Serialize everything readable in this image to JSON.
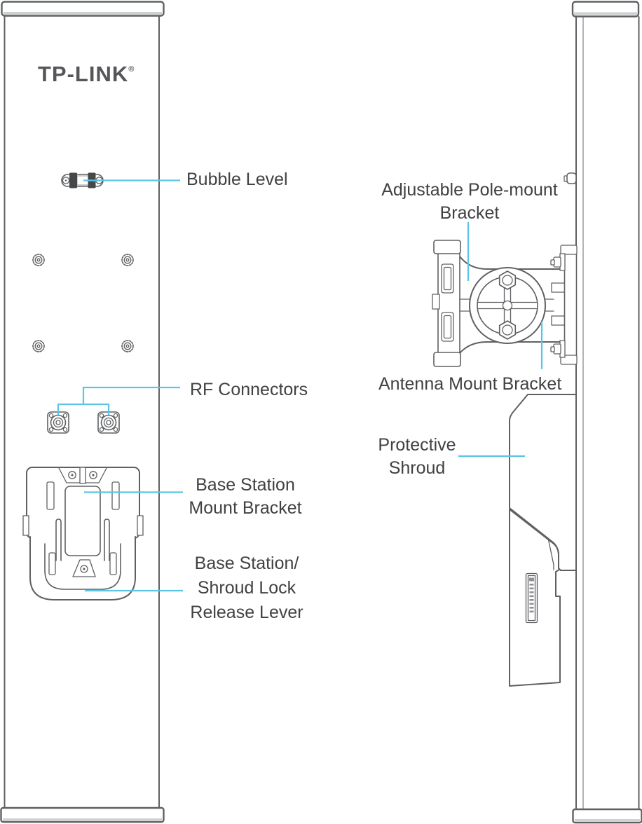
{
  "diagram": {
    "brand": {
      "name": "TP-LINK",
      "registered_mark": "®"
    },
    "front_view": {
      "labels": {
        "bubble_level": "Bubble Level",
        "rf_connectors": "RF Connectors",
        "base_station_mount_bracket": [
          "Base Station",
          "Mount Bracket"
        ],
        "base_station_shroud_lock_release_lever": [
          "Base Station/",
          "Shroud Lock",
          "Release Lever"
        ]
      }
    },
    "side_view": {
      "labels": {
        "adjustable_pole_mount_bracket": [
          "Adjustable Pole-mount",
          "Bracket"
        ],
        "antenna_mount_bracket": "Antenna Mount Bracket",
        "protective_shroud": [
          "Protective",
          "Shroud"
        ]
      }
    },
    "colors": {
      "callout_line": "#5bc5e6",
      "line_art": "#5f6063",
      "label_text": "#3f4143",
      "logo_text": "#55565a",
      "background": "#ffffff"
    }
  }
}
